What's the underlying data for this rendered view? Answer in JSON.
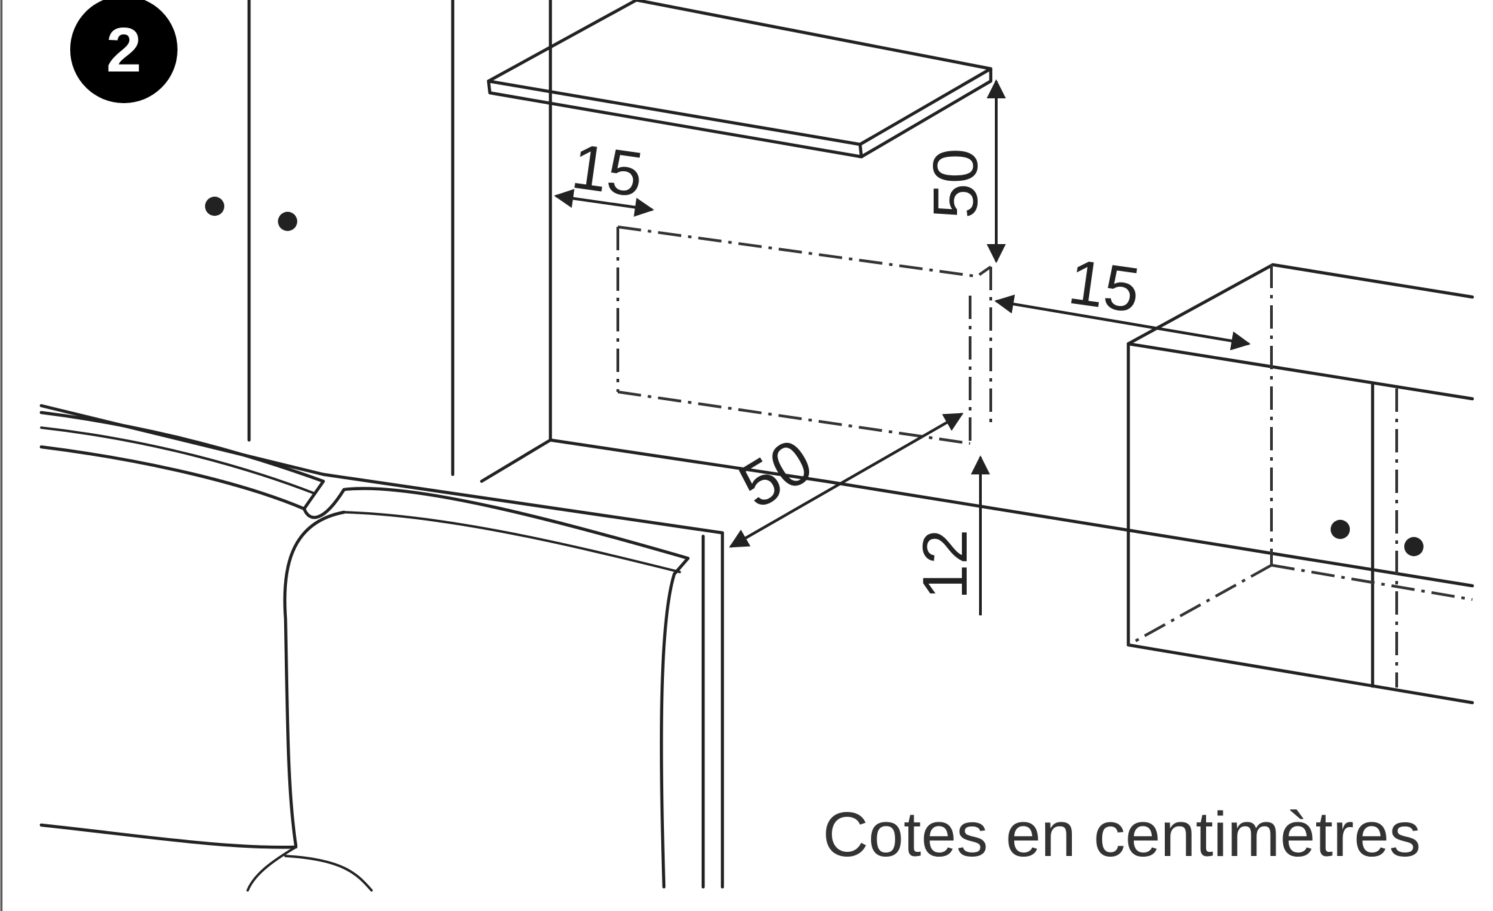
{
  "step": {
    "number": "2"
  },
  "dimensions": {
    "left_clearance": "15",
    "top_clearance": "50",
    "right_clearance": "15",
    "front_depth": "50",
    "bottom_clearance": "12"
  },
  "caption": "Cotes en centimètres",
  "colors": {
    "line": "#222222",
    "background": "#ffffff",
    "badge": "#000000"
  }
}
